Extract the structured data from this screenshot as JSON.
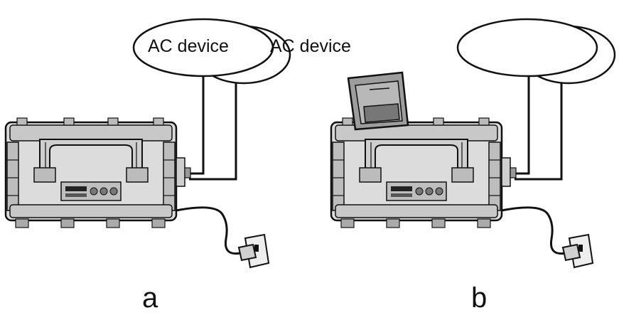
{
  "figure": {
    "panels": [
      {
        "label": "a",
        "device_labels": [
          "AC device",
          "AC device"
        ],
        "has_top_attachment": false
      },
      {
        "label": "b",
        "device_labels": [
          "",
          ""
        ],
        "has_top_attachment": true
      }
    ],
    "colors": {
      "line": "#111111",
      "unit_fill": "#d9d9d9",
      "unit_dark": "#9a9a9a",
      "background": "#ffffff"
    }
  }
}
